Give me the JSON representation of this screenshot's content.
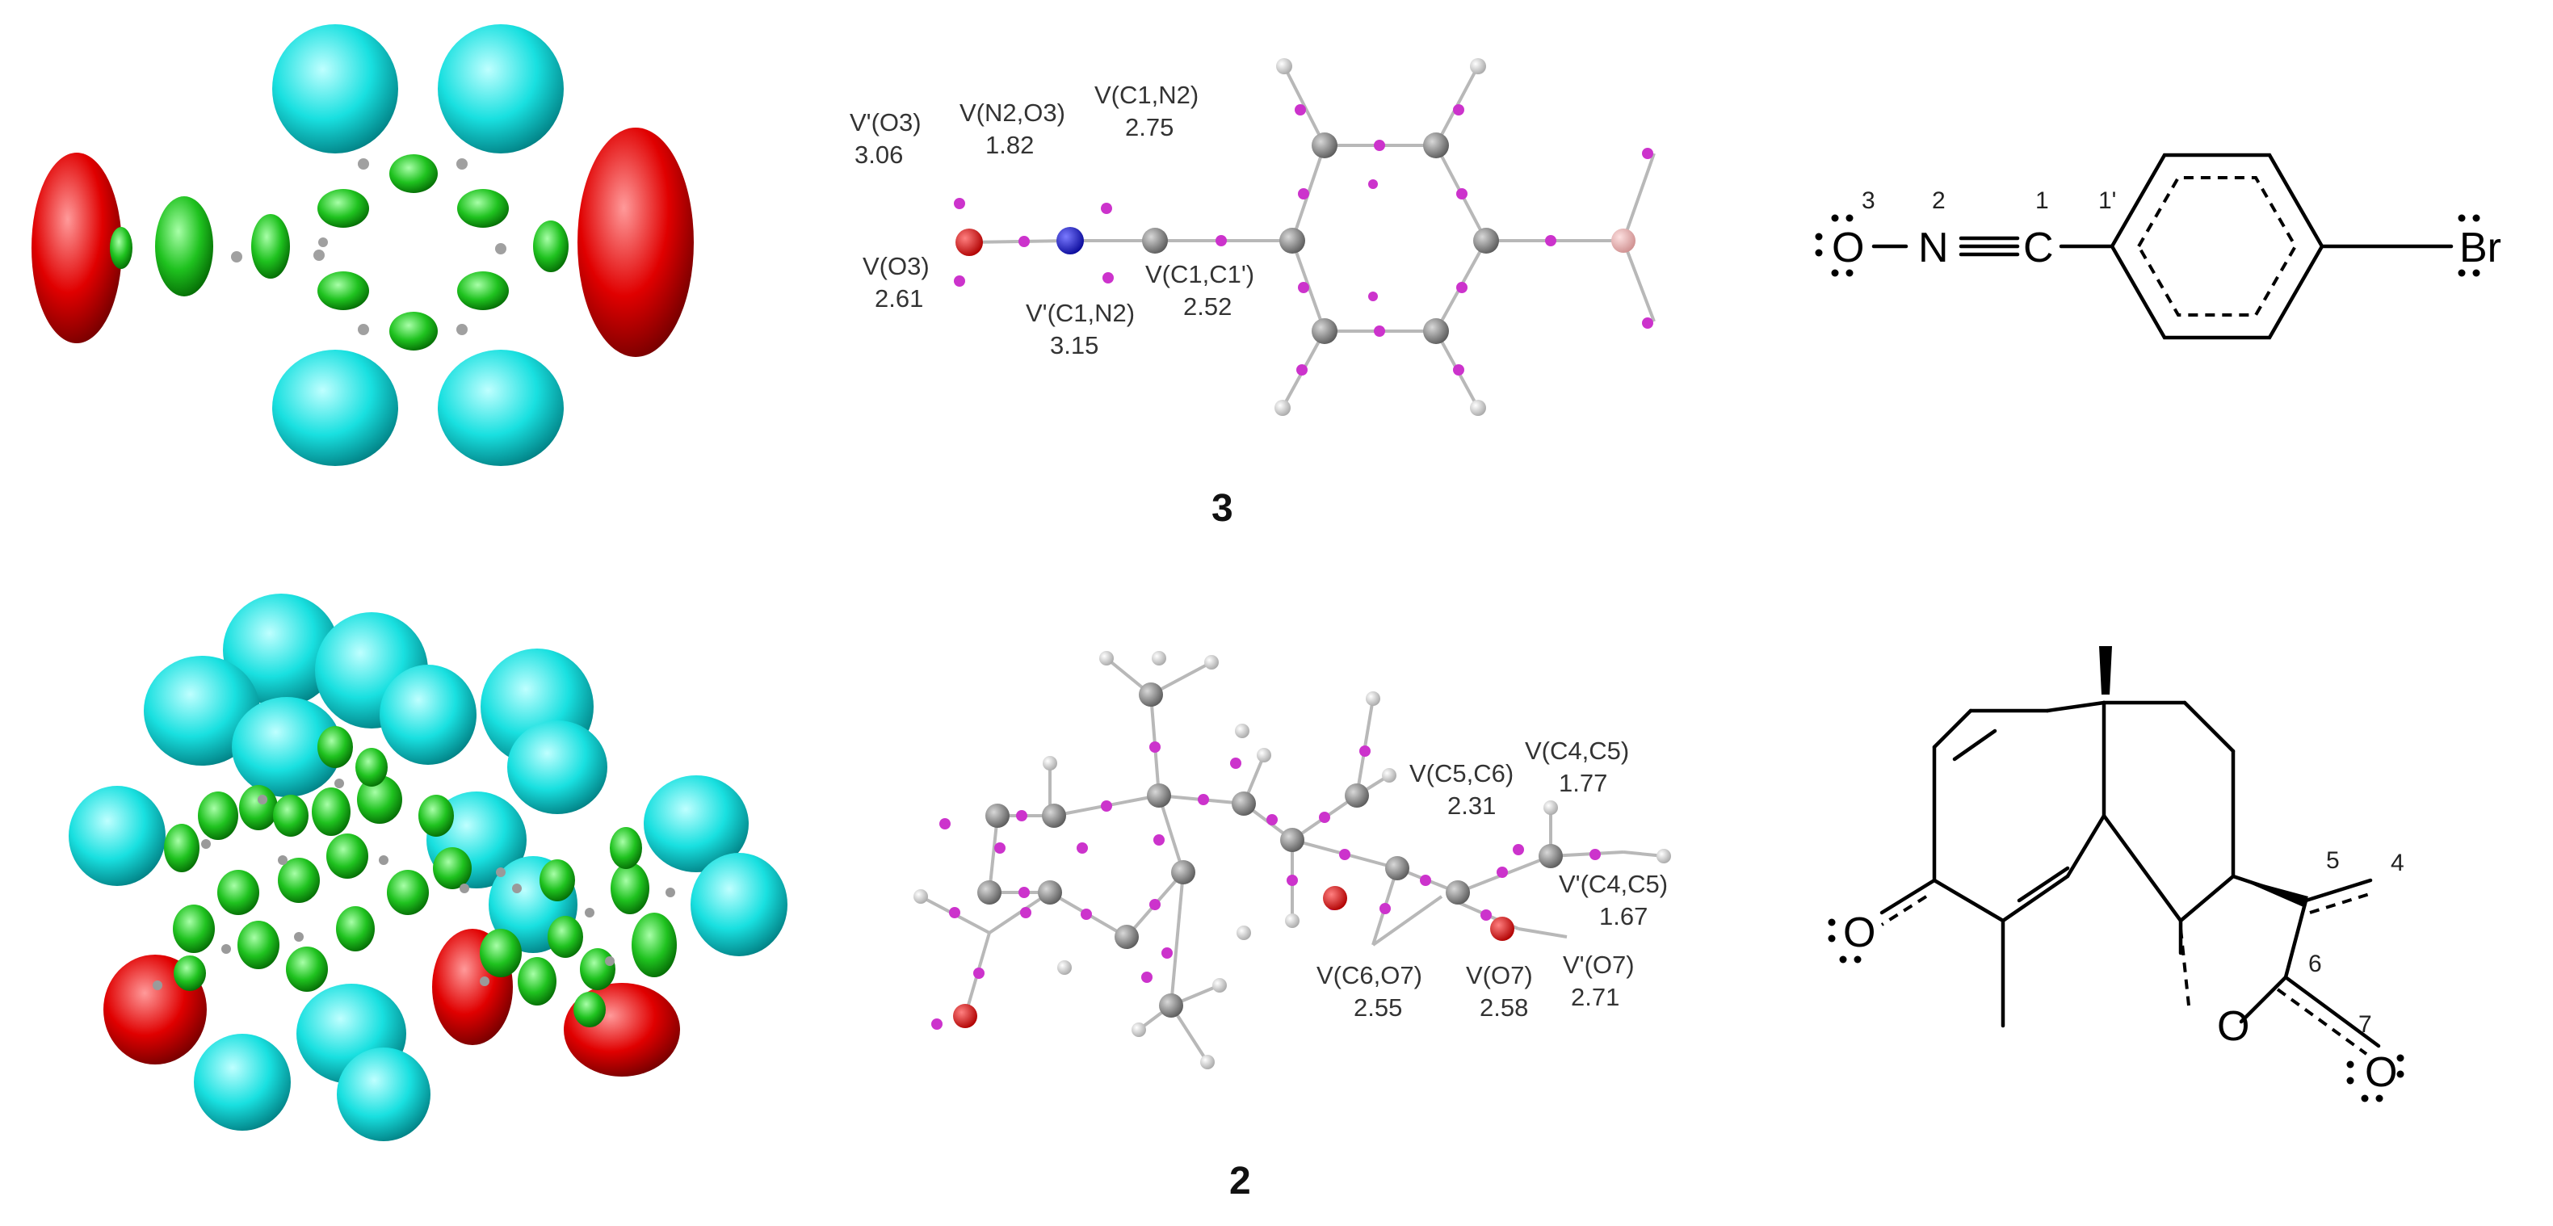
{
  "colors": {
    "oxygen": "#e00000",
    "nitrogen": "#1a1acc",
    "carbon": "#7a7a7a",
    "hydrogen": "#dcdcdc",
    "bromine": "#e8b4b4",
    "basin_protonated": "#00e5e5",
    "basin_disynaptic": "#00b800",
    "basin_lone_pair": "#e00000",
    "attractor": "#cc33cc"
  },
  "compound3": {
    "number": "3",
    "labels": {
      "v_prime_o3": {
        "name": "V'(O3)",
        "value": "3.06"
      },
      "v_n2_o3": {
        "name": "V(N2,O3)",
        "value": "1.82"
      },
      "v_c1_n2": {
        "name": "V(C1,N2)",
        "value": "2.75"
      },
      "v_o3": {
        "name": "V(O3)",
        "value": "2.61"
      },
      "v_prime_c1_n2": {
        "name": "V'(C1,N2)",
        "value": "3.15"
      },
      "v_c1_c1p": {
        "name": "V(C1,C1')",
        "value": "2.52"
      }
    },
    "lewis": {
      "atom_o": "O",
      "atom_n": "N",
      "atom_c": "C",
      "atom_br": "Br",
      "num_o": "3",
      "num_n": "2",
      "num_c": "1",
      "num_c1p": "1'"
    }
  },
  "compound2": {
    "number": "2",
    "labels": {
      "v_c5_c6": {
        "name": "V(C5,C6)",
        "value": "2.31"
      },
      "v_c4_c5": {
        "name": "V(C4,C5)",
        "value": "1.77"
      },
      "v_prime_c4_c5": {
        "name": "V'(C4,C5)",
        "value": "1.67"
      },
      "v_c6_o7": {
        "name": "V(C6,O7)",
        "value": "2.55"
      },
      "v_o7": {
        "name": "V(O7)",
        "value": "2.58"
      },
      "v_prime_o7": {
        "name": "V'(O7)",
        "value": "2.71"
      }
    },
    "lewis": {
      "atom_o_ketone": "O",
      "atom_o_ring": "O",
      "atom_o_carbonyl": "O",
      "num_4": "4",
      "num_5": "5",
      "num_6": "6",
      "num_7": "7"
    }
  }
}
